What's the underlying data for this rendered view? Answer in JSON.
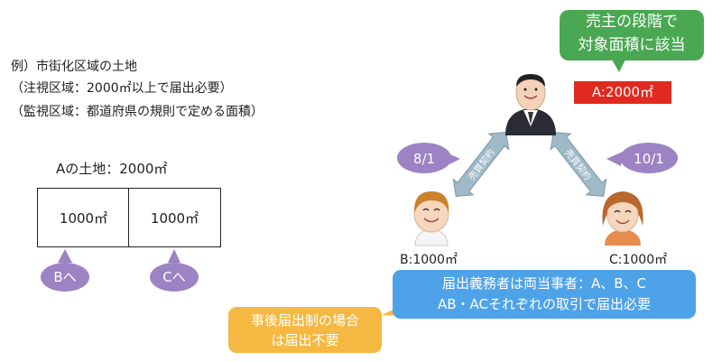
{
  "example": {
    "line1": "例）市街化区域の土地",
    "line2": "（注視区域：2000㎡以上で届出必要）",
    "line3": "（監視区域：都道府県の規則で定める面積）"
  },
  "lot": {
    "title": "Aの土地：2000㎡",
    "left_area": "1000㎡",
    "right_area": "1000㎡",
    "to_b": "Bへ",
    "to_c": "Cへ"
  },
  "seller_callout": {
    "line1": "売主の段階で",
    "line2": "対象面積に該当"
  },
  "seller_area": "A:2000㎡",
  "left_date": "8/1",
  "right_date": "10/1",
  "left_arrow_label": "売買契約",
  "right_arrow_label": "売買契約",
  "buyer_b": "B:1000㎡",
  "buyer_c": "C:1000㎡",
  "duty_box": {
    "line1": "届出義務者は両当事者：A、B、C",
    "line2": "AB・ACそれぞれの取引で届出必要"
  },
  "post_box": {
    "line1": "事後届出制の場合",
    "line2": "は届出不要"
  },
  "colors": {
    "green": "#4aa852",
    "red": "#e02a20",
    "blue": "#4ea3e8",
    "yellow": "#f4b843",
    "purple": "#9c83c4",
    "arrow": "#9fb9c6"
  }
}
